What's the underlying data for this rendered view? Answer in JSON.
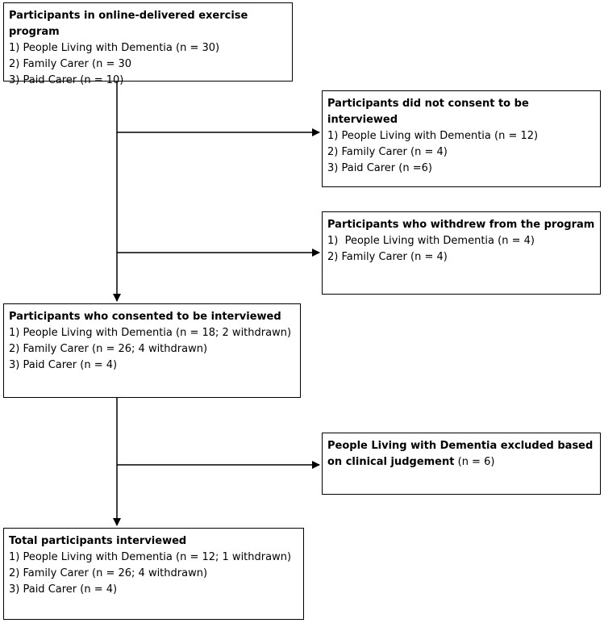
{
  "boxes": {
    "program": {
      "title": "Participants in online-delivered exercise program",
      "lines": [
        "1) People Living with Dementia (n = 30)",
        "2) Family Carer (n = 30",
        "3) Paid Carer (n = 10)"
      ]
    },
    "no_consent": {
      "title": "Participants did not consent to be interviewed",
      "lines": [
        "1) People Living with Dementia (n = 12)",
        "2) Family Carer (n = 4)",
        "3) Paid Carer (n =6)"
      ]
    },
    "withdrew": {
      "title": "Participants who withdrew from the program",
      "lines": [
        "1)  People Living with Dementia (n = 4)",
        "2) Family Carer (n = 4)"
      ]
    },
    "consented": {
      "title": "Participants who consented to be interviewed",
      "lines": [
        "1) People Living with Dementia (n = 18; 2 withdrawn)",
        "2) Family Carer (n = 26; 4 withdrawn)",
        "3) Paid Carer (n = 4)"
      ]
    },
    "excluded": {
      "title_line1": "People Living with Dementia excluded based",
      "title_line2": "on clinical judgement",
      "count": " (n = 6)"
    },
    "interviewed": {
      "title": "Total participants interviewed",
      "lines": [
        "1) People Living with Dementia (n = 12; 1 withdrawn)",
        "2) Family Carer (n = 26; 4 withdrawn)",
        "3) Paid Carer (n = 4)"
      ]
    }
  },
  "colors": {
    "line": "#000000",
    "background": "#ffffff"
  }
}
